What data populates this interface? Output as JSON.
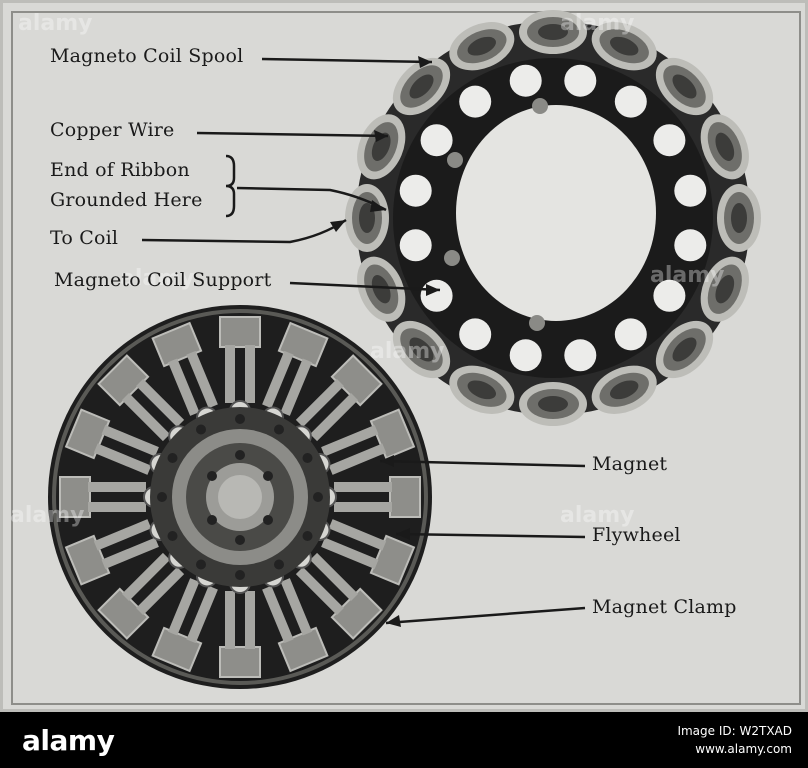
{
  "labels": {
    "magneto_coil_spool": "Magneto Coil Spool",
    "copper_wire": "Copper Wire",
    "end_of_ribbon_line1": "End of Ribbon",
    "end_of_ribbon_line2": "Grounded Here",
    "to_coil": "To Coil",
    "magneto_coil_support": "Magneto Coil Support",
    "magnet": "Magnet",
    "flywheel": "Flywheel",
    "magnet_clamp": "Magnet Clamp"
  },
  "watermark": {
    "text": "alamy"
  },
  "footer": {
    "logo": "alamy",
    "image_id_line": "Image ID: W2TXAD",
    "site": "www.alamy.com"
  },
  "colors": {
    "plate_background": "#d9d9d6",
    "footer_background": "#000000",
    "text": "#1a1a1a"
  }
}
